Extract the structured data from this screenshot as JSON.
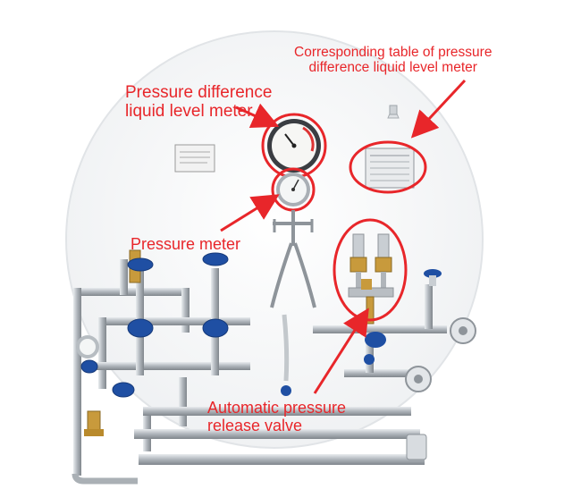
{
  "annotations": {
    "table_label": [
      "Corresponding table of pressure",
      "difference liquid level meter"
    ],
    "dp_meter_label": [
      "Pressure difference",
      "liquid level meter"
    ],
    "pressure_meter_label": "Pressure meter",
    "relief_valve_label": [
      "Automatic pressure",
      "release valve"
    ]
  },
  "colors": {
    "annotation": "#e8262a",
    "valve_handle": "#1f4fa3",
    "pipe": "#b9bec3",
    "brass": "#c89a3c",
    "tank_face": "#f7f8f9"
  }
}
